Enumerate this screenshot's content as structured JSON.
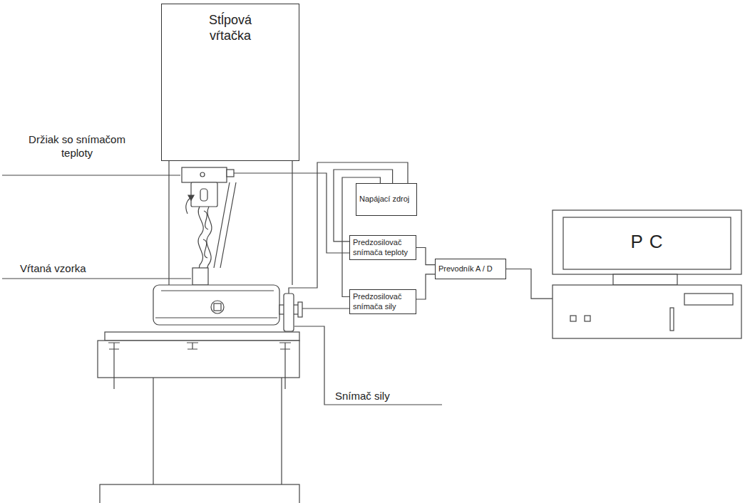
{
  "diagram": {
    "nodes": [
      {
        "text": [
          "Stĺpová vŕtačka"
        ]
      },
      {
        "text": [
          "Napájací zdroj"
        ]
      },
      {
        "text": [
          "Predzosilovač snímača teploty"
        ]
      },
      {
        "text": [
          "Predzosilovač snímača sily"
        ]
      },
      {
        "text": [
          "Prevodník A / D"
        ]
      },
      {
        "text": [
          "P C"
        ]
      }
    ],
    "edges": [
      {
        "from": 1,
        "to": 2,
        "arrow": "none"
      },
      {
        "from": 1,
        "to": 3,
        "arrow": "none"
      },
      {
        "from": 2,
        "to": 4,
        "arrow": "none"
      },
      {
        "from": 3,
        "to": 4,
        "arrow": "none"
      },
      {
        "from": 4,
        "to": 5,
        "arrow": "none"
      }
    ],
    "labels": [
      "Držiak so snímačom teploty",
      "Vŕtaná vzorka",
      "Snímač sily"
    ]
  }
}
